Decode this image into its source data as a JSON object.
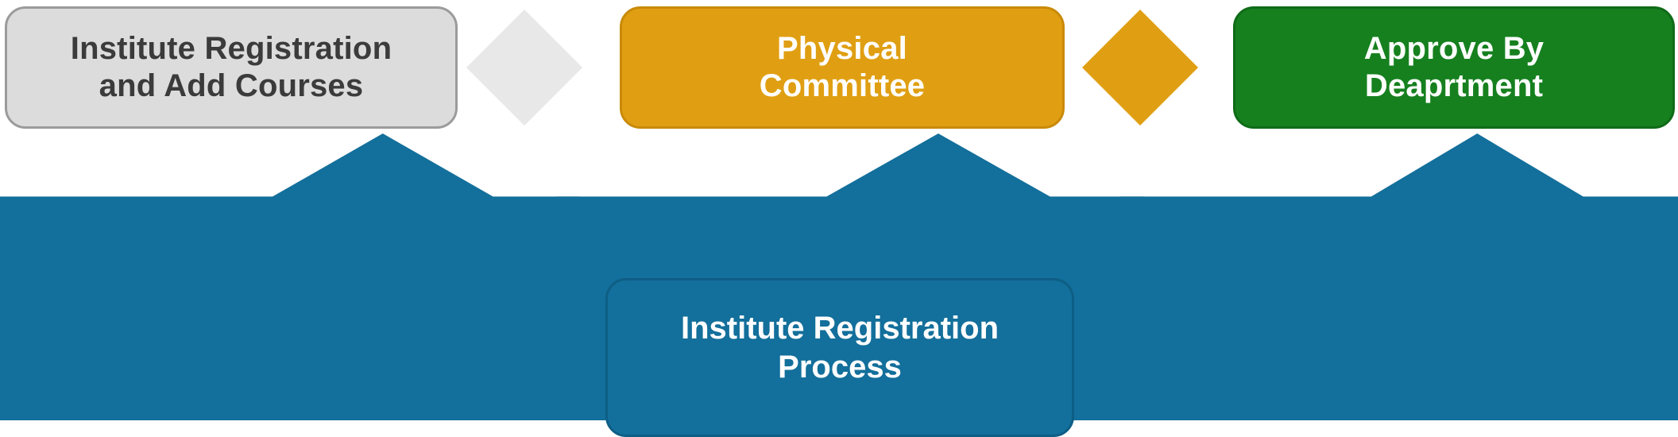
{
  "diagram": {
    "type": "process-flow",
    "title": "Institute Registration Process",
    "stages": [
      {
        "id": "institute-registration",
        "label": "Institute Registration\nand Add Courses",
        "fill": "#dcdcdc",
        "border": "#9b9b9b",
        "text_color": "#3b3b3b"
      },
      {
        "id": "physical-committee",
        "label": "Physical\nCommittee",
        "fill": "#e09f12",
        "border": "#c98a08",
        "text_color": "#ffffff"
      },
      {
        "id": "approve-by-department",
        "label": "Approve By\nDeaprtment",
        "fill": "#16801f",
        "border": "#0f6b18",
        "text_color": "#ffffff"
      }
    ],
    "connectors": [
      {
        "id": "connector-1",
        "shape": "diamond",
        "fill": "#e8e8e8"
      },
      {
        "id": "connector-2",
        "shape": "diamond",
        "fill": "#e09f12"
      }
    ],
    "band": {
      "id": "process-band",
      "label": "Institute Registration\nProcess",
      "fill": "#136f9b",
      "border": "#0e5e85",
      "text_color": "#ffffff",
      "segments": 3
    }
  }
}
